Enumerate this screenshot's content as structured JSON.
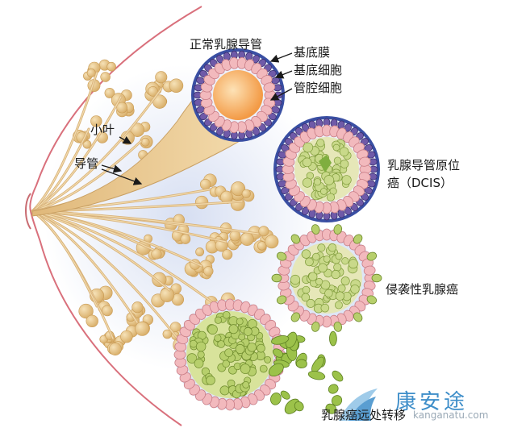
{
  "labels": {
    "normal_duct": "正常乳腺导管",
    "basement_membrane": "基底膜",
    "basal_cells": "基底细胞",
    "luminal_cells": "管腔细胞",
    "lobule": "小叶",
    "duct": "导管",
    "dcis_line1": "乳腺导管原位",
    "dcis_line2": "癌（DCIS）",
    "invasive": "侵袭性乳腺癌",
    "metastasis": "乳腺癌远处转移"
  },
  "watermark": {
    "text": "康安途",
    "url": "kanganatu.com"
  },
  "colors": {
    "skin_outline": "#d9707c",
    "lobule_fill": "#e6c48a",
    "duct_fill": "#e9c98e",
    "membrane_ring": "#3a4fa3",
    "cell_pink": "#f2b9bd",
    "lumen_orange": "#f6b56a",
    "tumor_green": "#b7cf6c",
    "shadow_blue": "#c9d4ee"
  }
}
